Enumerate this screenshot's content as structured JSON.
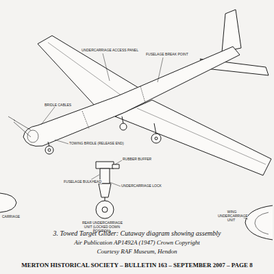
{
  "diagram": {
    "caption": "3. Towed Target Glider: Cutaway diagram showing assembly",
    "labels": [
      "UNDERCARRIAGE ACCESS PANEL",
      "FUSELAGE BREAK POINT",
      "BRIDLE CABLES",
      "TOWING BRIDLE (RELEASE END)",
      "RUBBER BUFFER",
      "FUSELAGE BULKHEAD",
      "UNDERCARRIAGE LOCK",
      "REAR UNDERCARRIAGE UNIT (LOCKED DOWN POSITION)",
      "WING UNDERCARRIAGE UNIT",
      "CARRIAGE",
      "Air Publication AP1492A (1947) Crown Copyright",
      "Courtesy RAF Museum, Hendon",
      "MERTON HISTORICAL SOCIETY – BULLETIN 163 – SEPTEMBER 2007 – PAGE 8"
    ]
  }
}
